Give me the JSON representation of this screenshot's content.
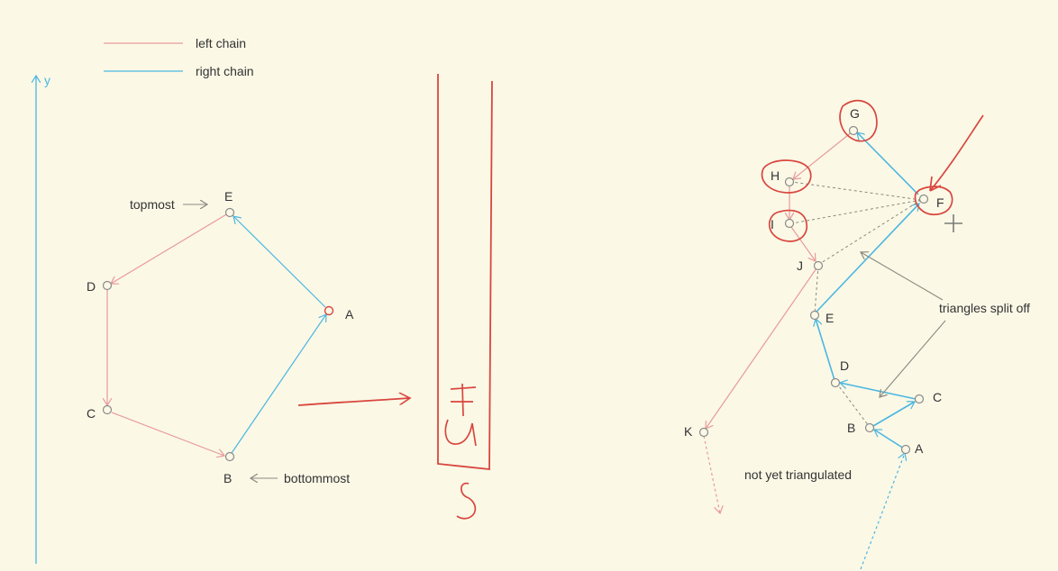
{
  "colors": {
    "background": "#fbf8e6",
    "left_chain": "#e89a9a",
    "right_chain": "#4bb7e0",
    "axis": "#4bb7e0",
    "ink": "#d9463e",
    "vertex_stroke": "#8a8a8a",
    "text": "#333333",
    "dashed": "#8a8a7a",
    "note_arrow": "#8a8a80"
  },
  "legend": {
    "left_chain": "left chain",
    "right_chain": "right chain"
  },
  "axis": {
    "label": "y"
  },
  "left_polygon": {
    "vertices": {
      "A": "A",
      "B": "B",
      "C": "C",
      "D": "D",
      "E": "E"
    },
    "annotations": {
      "topmost": "topmost",
      "bottommost": "bottommost"
    }
  },
  "right_polygon": {
    "vertices": {
      "A": "A",
      "B": "B",
      "C": "C",
      "D": "D",
      "E": "E",
      "F": "F",
      "G": "G",
      "H": "H",
      "I": "I",
      "J": "J",
      "K": "K"
    },
    "annotations": {
      "triangles_split_off": "triangles split off",
      "not_yet_triangulated": "not yet triangulated"
    }
  },
  "icons": {
    "cursor": "move-cursor-icon",
    "stack_sketch": "stack-sketch-icon"
  }
}
